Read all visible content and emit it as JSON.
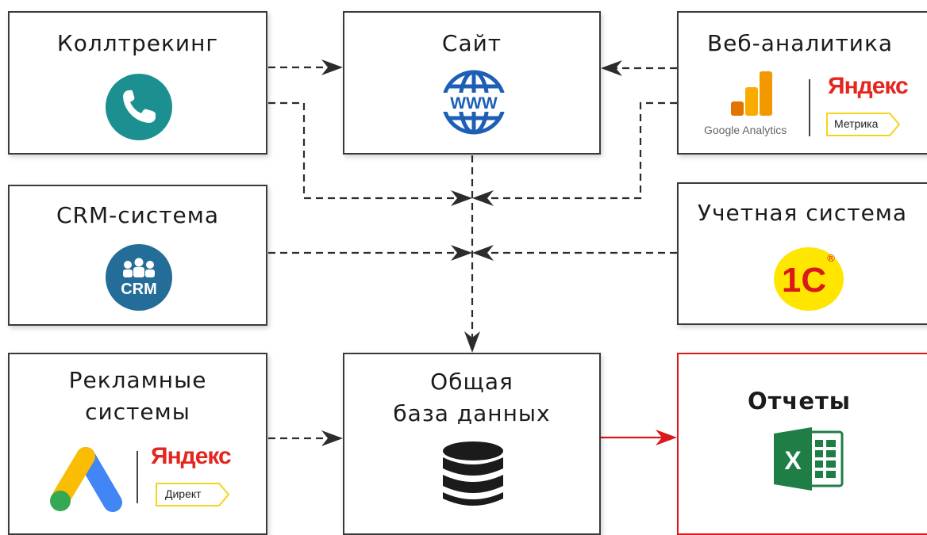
{
  "nodes": {
    "calltracking": {
      "title": "Коллтрекинг"
    },
    "site": {
      "title": "Сайт"
    },
    "webanalytics": {
      "title": "Веб-аналитика"
    },
    "crm": {
      "title": "CRM-система"
    },
    "accounting": {
      "title": "Учетная система"
    },
    "ads": {
      "title": "Рекламные",
      "title2": "системы"
    },
    "database": {
      "title": "Общая",
      "title2": "база данных"
    },
    "reports": {
      "title": "Отчеты"
    }
  },
  "logos": {
    "google_analytics": "Google Analytics",
    "yandex": "Яндекс",
    "yandex_metrika": "Метрика",
    "yandex_direct": "Директ",
    "crm_text": "CRM",
    "www_text": "WWW",
    "onec_text": "1С",
    "onec_reg": "®",
    "excel_letter": "X"
  },
  "colors": {
    "box_border": "#3a3a3a",
    "accent_red": "#d9191c",
    "phone_teal": "#1c8f91",
    "globe_blue": "#1c5fb5",
    "crm_blue": "#236d98",
    "ga_orange": "#f5a623",
    "yandex_red": "#e5261f",
    "onec_yellow": "#ffe600",
    "excel_green": "#1e7e45"
  }
}
